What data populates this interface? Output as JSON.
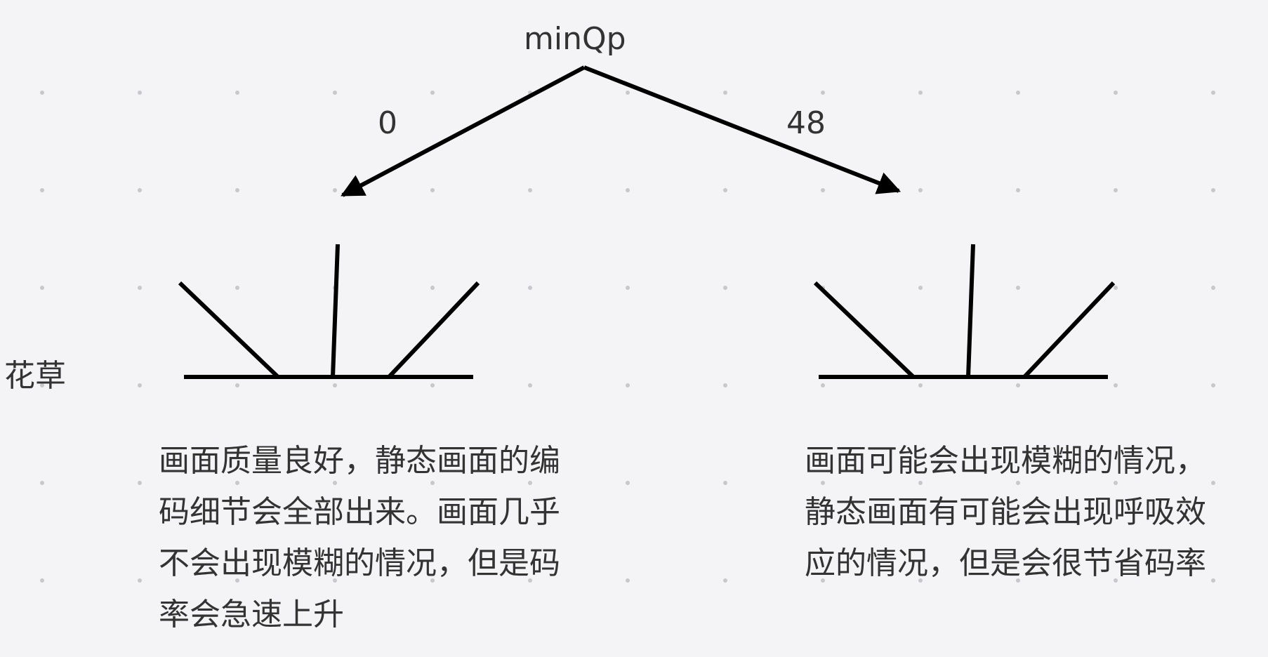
{
  "diagram": {
    "root": {
      "label": "minQp"
    },
    "edges": [
      {
        "label": "0"
      },
      {
        "label": "48"
      }
    ],
    "side_label": "花草",
    "nodes": [
      {
        "description": "画面质量良好，静态画面的编\n码细节会全部出来。画面几乎\n不会出现模糊的情况，但是码\n率会急速上升"
      },
      {
        "description": "画面可能会出现模糊的情况，\n静态画面有可能会出现呼吸效\n应的情况，但是会很节省码率"
      }
    ]
  },
  "colors": {
    "background": "#f4f4f6",
    "stroke": "#000000",
    "text": "#333333",
    "grid_dot": "#c8c8cc"
  }
}
